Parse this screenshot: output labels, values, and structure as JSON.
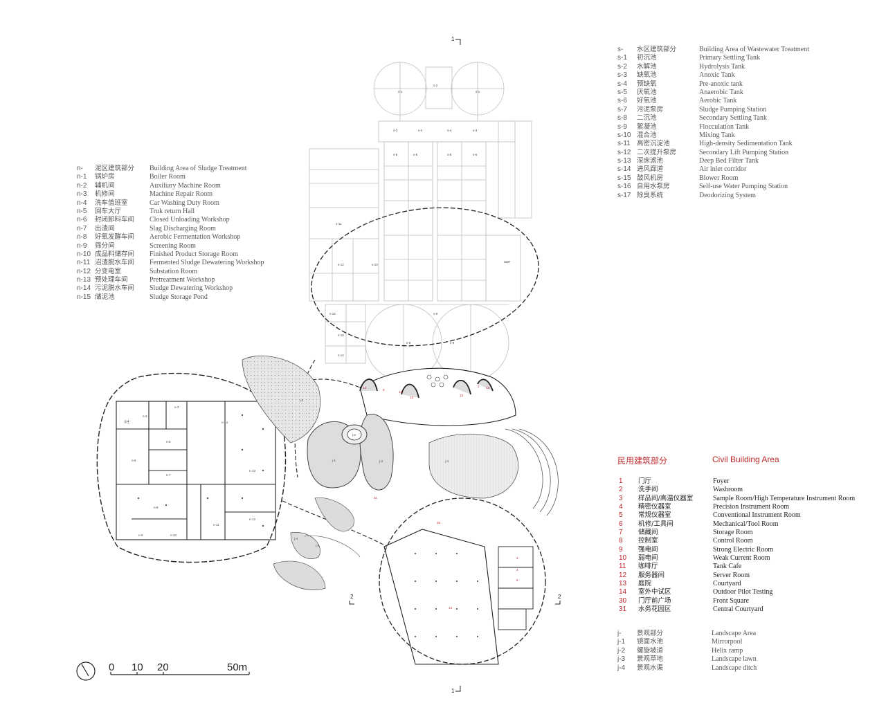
{
  "legend_s": [
    {
      "code": "s-",
      "cn": "水区建筑部分",
      "en": "Building Area of Wastewater Treatment"
    },
    {
      "code": "s-1",
      "cn": "初沉池",
      "en": "Primary Settling Tank"
    },
    {
      "code": "s-2",
      "cn": "水解池",
      "en": "Hydrolysis Tank"
    },
    {
      "code": "s-3",
      "cn": "缺氧池",
      "en": "Anoxic Tank"
    },
    {
      "code": "s-4",
      "cn": "预缺氧",
      "en": "Pre-anoxic tank"
    },
    {
      "code": "s-5",
      "cn": "厌氧池",
      "en": "Anaerobic Tank"
    },
    {
      "code": "s-6",
      "cn": "好氧池",
      "en": "Aerobic Tank"
    },
    {
      "code": "s-7",
      "cn": "污泥泵房",
      "en": "Sludge Pumping Station"
    },
    {
      "code": "s-8",
      "cn": "二沉池",
      "en": "Secondary Settling Tank"
    },
    {
      "code": "s-9",
      "cn": "絮凝池",
      "en": "Flocculation Tank"
    },
    {
      "code": "s-10",
      "cn": "混合池",
      "en": "Mixing Tank"
    },
    {
      "code": "s-11",
      "cn": "高密沉淀池",
      "en": "High-density Sedimentation Tank"
    },
    {
      "code": "s-12",
      "cn": "二次提升泵房",
      "en": "Secondary Lift Pumping Station"
    },
    {
      "code": "s-13",
      "cn": "深床滤池",
      "en": "Deep Bed Filter Tank"
    },
    {
      "code": "s-14",
      "cn": "进风廊道",
      "en": "Air inlet corridor"
    },
    {
      "code": "s-15",
      "cn": "鼓风机房",
      "en": "Blower Room"
    },
    {
      "code": "s-16",
      "cn": "自用水泵房",
      "en": "Self-use Water Pumping Station"
    },
    {
      "code": "s-17",
      "cn": "除臭系统",
      "en": "Deodorizing System"
    }
  ],
  "legend_n": [
    {
      "code": "n-",
      "cn": "泥区建筑部分",
      "en": "Building Area of Sludge Treatment"
    },
    {
      "code": "n-1",
      "cn": "锅炉房",
      "en": "Boiler Room"
    },
    {
      "code": "n-2",
      "cn": "辅机间",
      "en": "Auxiliary Machine Room"
    },
    {
      "code": "n-3",
      "cn": "机修间",
      "en": "Machine Repair Room"
    },
    {
      "code": "n-4",
      "cn": "洗车值班室",
      "en": "Car Washing Duty Room"
    },
    {
      "code": "n-5",
      "cn": "回车大厅",
      "en": "Truk return Hall"
    },
    {
      "code": "n-6",
      "cn": "封闭卸料车间",
      "en": "Closed Unloading Workshop"
    },
    {
      "code": "n-7",
      "cn": "出渣间",
      "en": "Slag Discharging Room"
    },
    {
      "code": "n-8",
      "cn": "好氧发酵车间",
      "en": "Aerobic Fermentation Workshop"
    },
    {
      "code": "n-9",
      "cn": "筛分间",
      "en": "Screening Room"
    },
    {
      "code": "n-10",
      "cn": "成品料储存间",
      "en": "Finished Product Storage Room"
    },
    {
      "code": "n-11",
      "cn": "沼渣脱水车间",
      "en": "Fermented Sludge Dewatering Workshop"
    },
    {
      "code": "n-12",
      "cn": "分变电室",
      "en": "Substation Room"
    },
    {
      "code": "n-13",
      "cn": "预处理车间",
      "en": "Pretreatment Workshop"
    },
    {
      "code": "n-14",
      "cn": "污泥脱水车间",
      "en": "Sludge Dewatering Workshop"
    },
    {
      "code": "n-15",
      "cn": "储泥池",
      "en": "Sludge Storage Pond"
    }
  ],
  "civil_title_cn": "民用建筑部分",
  "civil_title_en": "Civil Building Area",
  "legend_civil": [
    {
      "code": "1",
      "cn": "门厅",
      "en": "Foyer"
    },
    {
      "code": "2",
      "cn": "洗手间",
      "en": "Washroom"
    },
    {
      "code": "3",
      "cn": "样品间/高温仪器室",
      "en": "Sample Room/High Temperature Instrument Room"
    },
    {
      "code": "4",
      "cn": "精密仪器室",
      "en": "Precision Instrument Room"
    },
    {
      "code": "5",
      "cn": "常规仪器室",
      "en": "Conventional Instrument Room"
    },
    {
      "code": "6",
      "cn": "机修/工具间",
      "en": "Mechanical/Tool Room"
    },
    {
      "code": "7",
      "cn": "储藏间",
      "en": "Storage Room"
    },
    {
      "code": "8",
      "cn": "控制室",
      "en": "Control Room"
    },
    {
      "code": "9",
      "cn": "强电间",
      "en": "Strong Electric Room"
    },
    {
      "code": "10",
      "cn": "弱电间",
      "en": "Weak Current Room"
    },
    {
      "code": "11",
      "cn": "咖啡厅",
      "en": "Tank Cafe"
    },
    {
      "code": "12",
      "cn": "服务器间",
      "en": "Server Room"
    },
    {
      "code": "13",
      "cn": "庭院",
      "en": "Courtyard"
    },
    {
      "code": "14",
      "cn": "室外中试区",
      "en": "Outdoor Pilot Testing"
    },
    {
      "code": "30",
      "cn": "门厅前广场",
      "en": "Front Square"
    },
    {
      "code": "31",
      "cn": "水务花园区",
      "en": "Central Courtyard"
    }
  ],
  "legend_j": [
    {
      "code": "j-",
      "cn": "景观部分",
      "en": "Landscape Area"
    },
    {
      "code": "j-1",
      "cn": "镜面水池",
      "en": "Mirrorpool"
    },
    {
      "code": "j-2",
      "cn": "螺旋坡道",
      "en": "Helix ramp"
    },
    {
      "code": "j-3",
      "cn": "景观草地",
      "en": "Landscape lawn"
    },
    {
      "code": "j-4",
      "cn": "景观水渠",
      "en": "Landscape ditch"
    }
  ],
  "scale_bar": {
    "labels": [
      "0",
      "10",
      "20",
      "50m"
    ]
  },
  "section_marks": {
    "top": "1",
    "bottom": "1",
    "left": "2",
    "right": "2"
  },
  "plan_labels": {
    "s1a": "s-1",
    "s2": "s-2",
    "s1b": "s-1",
    "s3a": "s-3",
    "s3b": "s-3",
    "s4a": "s-4",
    "s4b": "s-4",
    "s5a": "s-5",
    "s5b": "s-5",
    "s6a": "s-6",
    "s6b": "s-6",
    "s7": "s-7",
    "s8a": "s-8",
    "s8b": "s-8",
    "s9": "s-9",
    "s11": "s-11",
    "s12": "s-12",
    "s13": "s-13",
    "s14": "s-14",
    "s15": "s-15",
    "s16": "s-16",
    "s17": "s-17",
    "n1": "n-1",
    "n2": "n-2",
    "n3": "n-3",
    "n4": "n-4",
    "n5": "n-5",
    "n6": "n-6",
    "n7": "n-7",
    "n8": "n-8",
    "n9": "n-9",
    "n10": "n-10",
    "n11": "n-11",
    "n12": "n-12",
    "n13": "n-13",
    "n14": "n-14",
    "j1": "j-1",
    "j2": "j-2",
    "j3a": "j-3",
    "j3b": "j-3",
    "j3c": "j-3",
    "j4": "j-4",
    "j4b": "j-3",
    "c13a": "13",
    "c13b": "13",
    "c13c": "13",
    "c13d": "13",
    "c12": "12",
    "c8": "8",
    "c2": "2",
    "c30": "30",
    "c31": "31",
    "c14": "14",
    "c4": "4",
    "c5": "5",
    "c3": "3"
  },
  "colors": {
    "civil_red": "#c0272d",
    "line_dark": "#222222",
    "line_light": "#bbbbbb",
    "fill_gray": "#e2e2e2"
  }
}
